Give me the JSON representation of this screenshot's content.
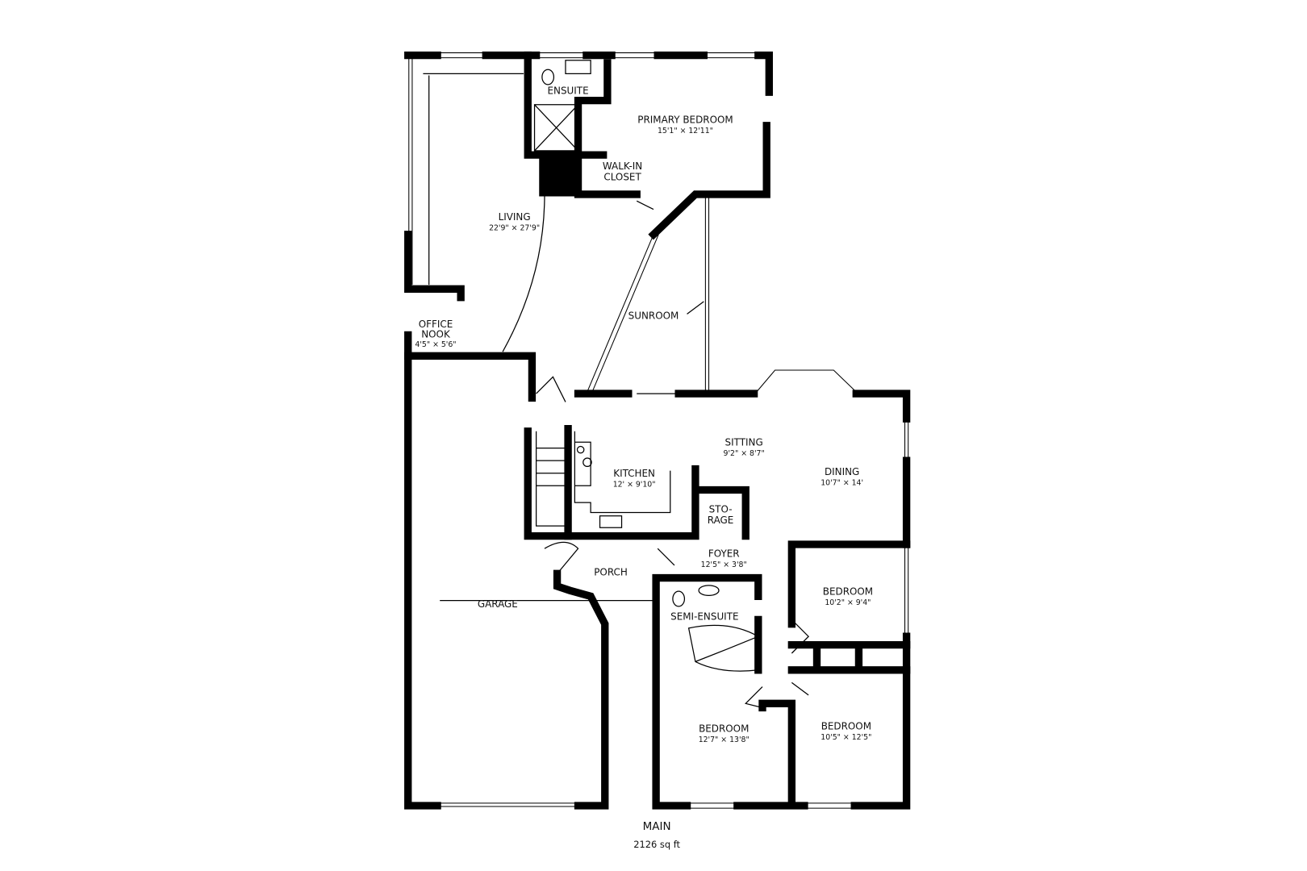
{
  "floor": {
    "name": "MAIN",
    "area": "2126 sq ft"
  },
  "rooms": {
    "living": {
      "name": "LIVING",
      "dims": "22'9\" × 27'9\""
    },
    "ensuite": {
      "name": "ENSUITE"
    },
    "primary_bedroom": {
      "name": "PRIMARY BEDROOM",
      "dims": "15'1\" × 12'11\""
    },
    "walk_in_closet": {
      "line1": "WALK-IN",
      "line2": "CLOSET"
    },
    "sunroom": {
      "name": "SUNROOM"
    },
    "office_nook": {
      "line1": "OFFICE",
      "line2": "NOOK",
      "dims": "4'5\" × 5'6\""
    },
    "sitting": {
      "name": "SITTING",
      "dims": "9'2\" × 8'7\""
    },
    "kitchen": {
      "name": "KITCHEN",
      "dims": "12' × 9'10\""
    },
    "dining": {
      "name": "DINING",
      "dims": "10'7\" × 14'"
    },
    "storage": {
      "line1": "STO-",
      "line2": "RAGE"
    },
    "foyer": {
      "name": "FOYER",
      "dims": "12'5\" × 3'8\""
    },
    "porch": {
      "name": "PORCH"
    },
    "garage": {
      "name": "GARAGE"
    },
    "bedroom_ne": {
      "name": "BEDROOM",
      "dims": "10'2\" × 9'4\""
    },
    "semi_ensuite": {
      "name": "SEMI-ENSUITE"
    },
    "bedroom_sw": {
      "name": "BEDROOM",
      "dims": "12'7\" × 13'8\""
    },
    "bedroom_se": {
      "name": "BEDROOM",
      "dims": "10'5\" × 12'5\""
    }
  }
}
